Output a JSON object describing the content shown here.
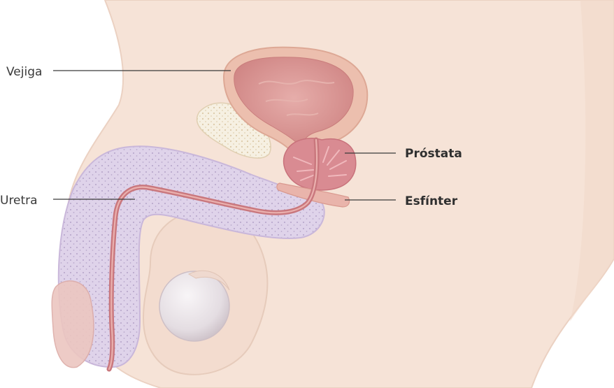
{
  "labels": {
    "bladder": "Vejiga",
    "urethra": "Uretra",
    "prostate": "Próstata",
    "sphincter": "Esfínter"
  },
  "colors": {
    "body_skin": "#f6e3d7",
    "body_outline": "#e8cdbd",
    "bladder_wall": "#ecbfae",
    "bladder_inner": "#dc9a94",
    "prostate": "#d6868e",
    "corpus": "#d9cde6",
    "urethra": "#c9777d",
    "testis": "#ece7ea",
    "pubic_bone": "#f5efe0",
    "leader_line": "#3a3a3a"
  }
}
